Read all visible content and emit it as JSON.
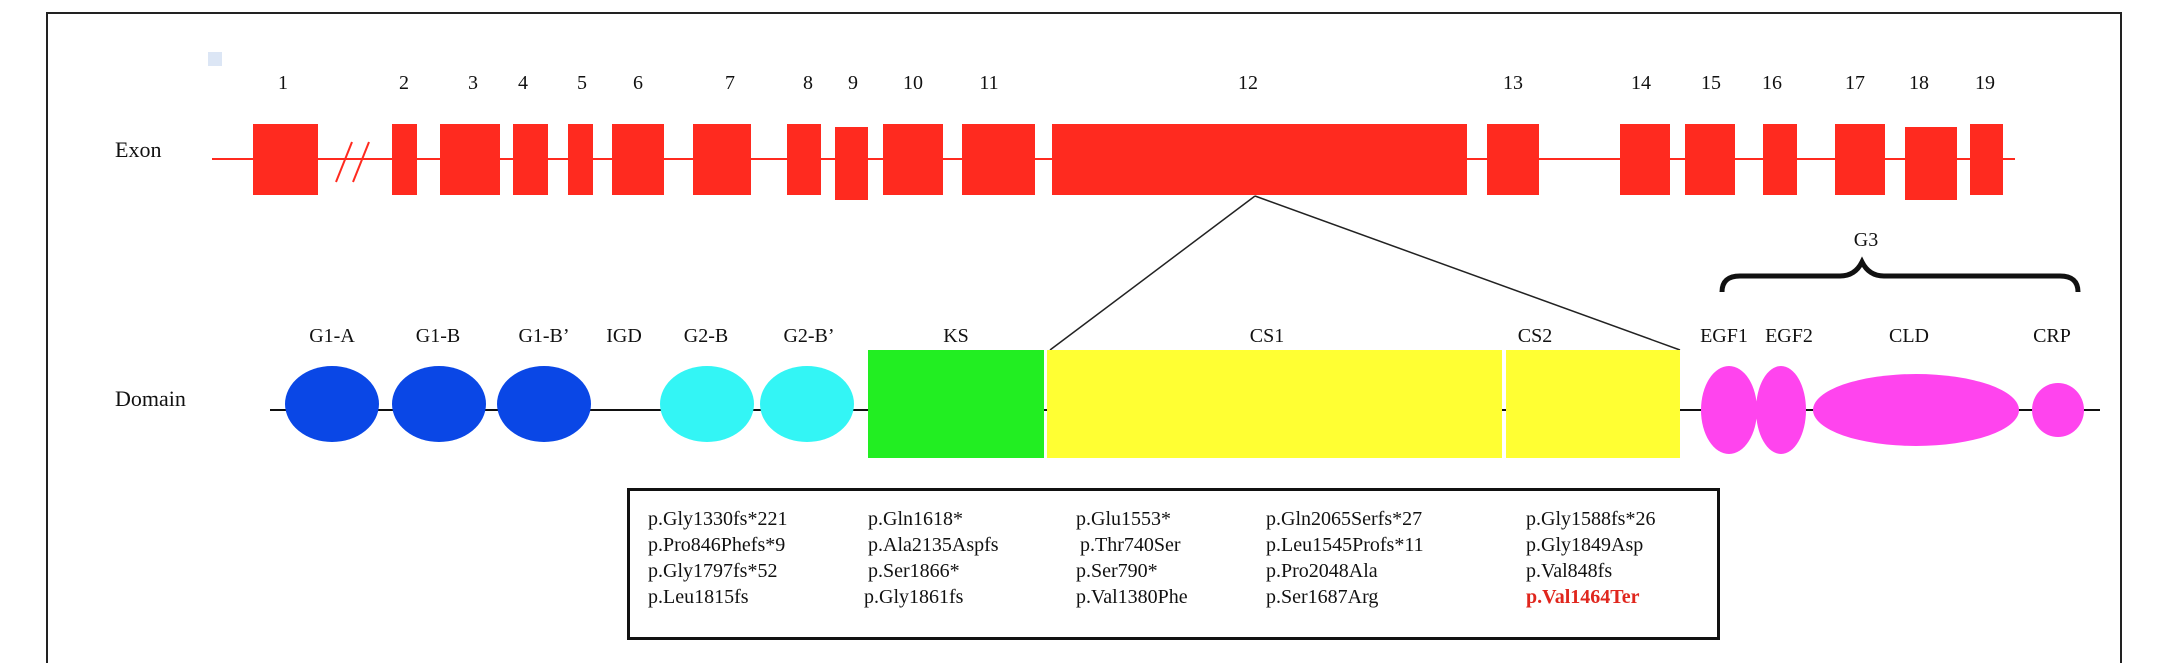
{
  "exon_row": {
    "label": "Exon",
    "numbers": [
      "1",
      "2",
      "3",
      "4",
      "5",
      "6",
      "7",
      "8",
      "9",
      "10",
      "11",
      "12",
      "13",
      "14",
      "15",
      "16",
      "17",
      "18",
      "19"
    ],
    "exon_color": "#ff2a1f"
  },
  "domain_row": {
    "label": "Domain",
    "labels": {
      "g1a": "G1-A",
      "g1b": "G1-B",
      "g1bp": "G1-B’",
      "igd": "IGD",
      "g2b": "G2-B",
      "g2bp": "G2-B’",
      "ks": "KS",
      "cs1": "CS1",
      "cs2": "CS2",
      "egf1": "EGF1",
      "egf2": "EGF2",
      "cld": "CLD",
      "crp": "CRP",
      "g3": "G3"
    },
    "colors": {
      "g1": "#0a47e6",
      "g2": "#33f5f5",
      "ks": "#22ee22",
      "cs": "#ffff33",
      "g3": "#ff44ee"
    }
  },
  "mutations": {
    "columns": [
      [
        "p.Gly1330fs*221",
        "p.Pro846Phefs*9",
        "p.Gly1797fs*52",
        "p.Leu1815fs"
      ],
      [
        "p.Gln1618*",
        "p.Ala2135Aspfs",
        "p.Ser1866*",
        "p.Gly1861fs"
      ],
      [
        "p.Glu1553*",
        "p.Thr740Ser",
        "p.Ser790*",
        "p.Val1380Phe"
      ],
      [
        "p.Gln2065Serfs*27",
        "p.Leu1545Profs*11",
        "p.Pro2048Ala",
        "p.Ser1687Arg"
      ],
      [
        "p.Gly1588fs*26",
        "p.Gly1849Asp",
        "p.Val848fs",
        "p.Val1464Ter"
      ]
    ],
    "highlighted": "p.Val1464Ter",
    "highlight_color": "#e0261d"
  }
}
